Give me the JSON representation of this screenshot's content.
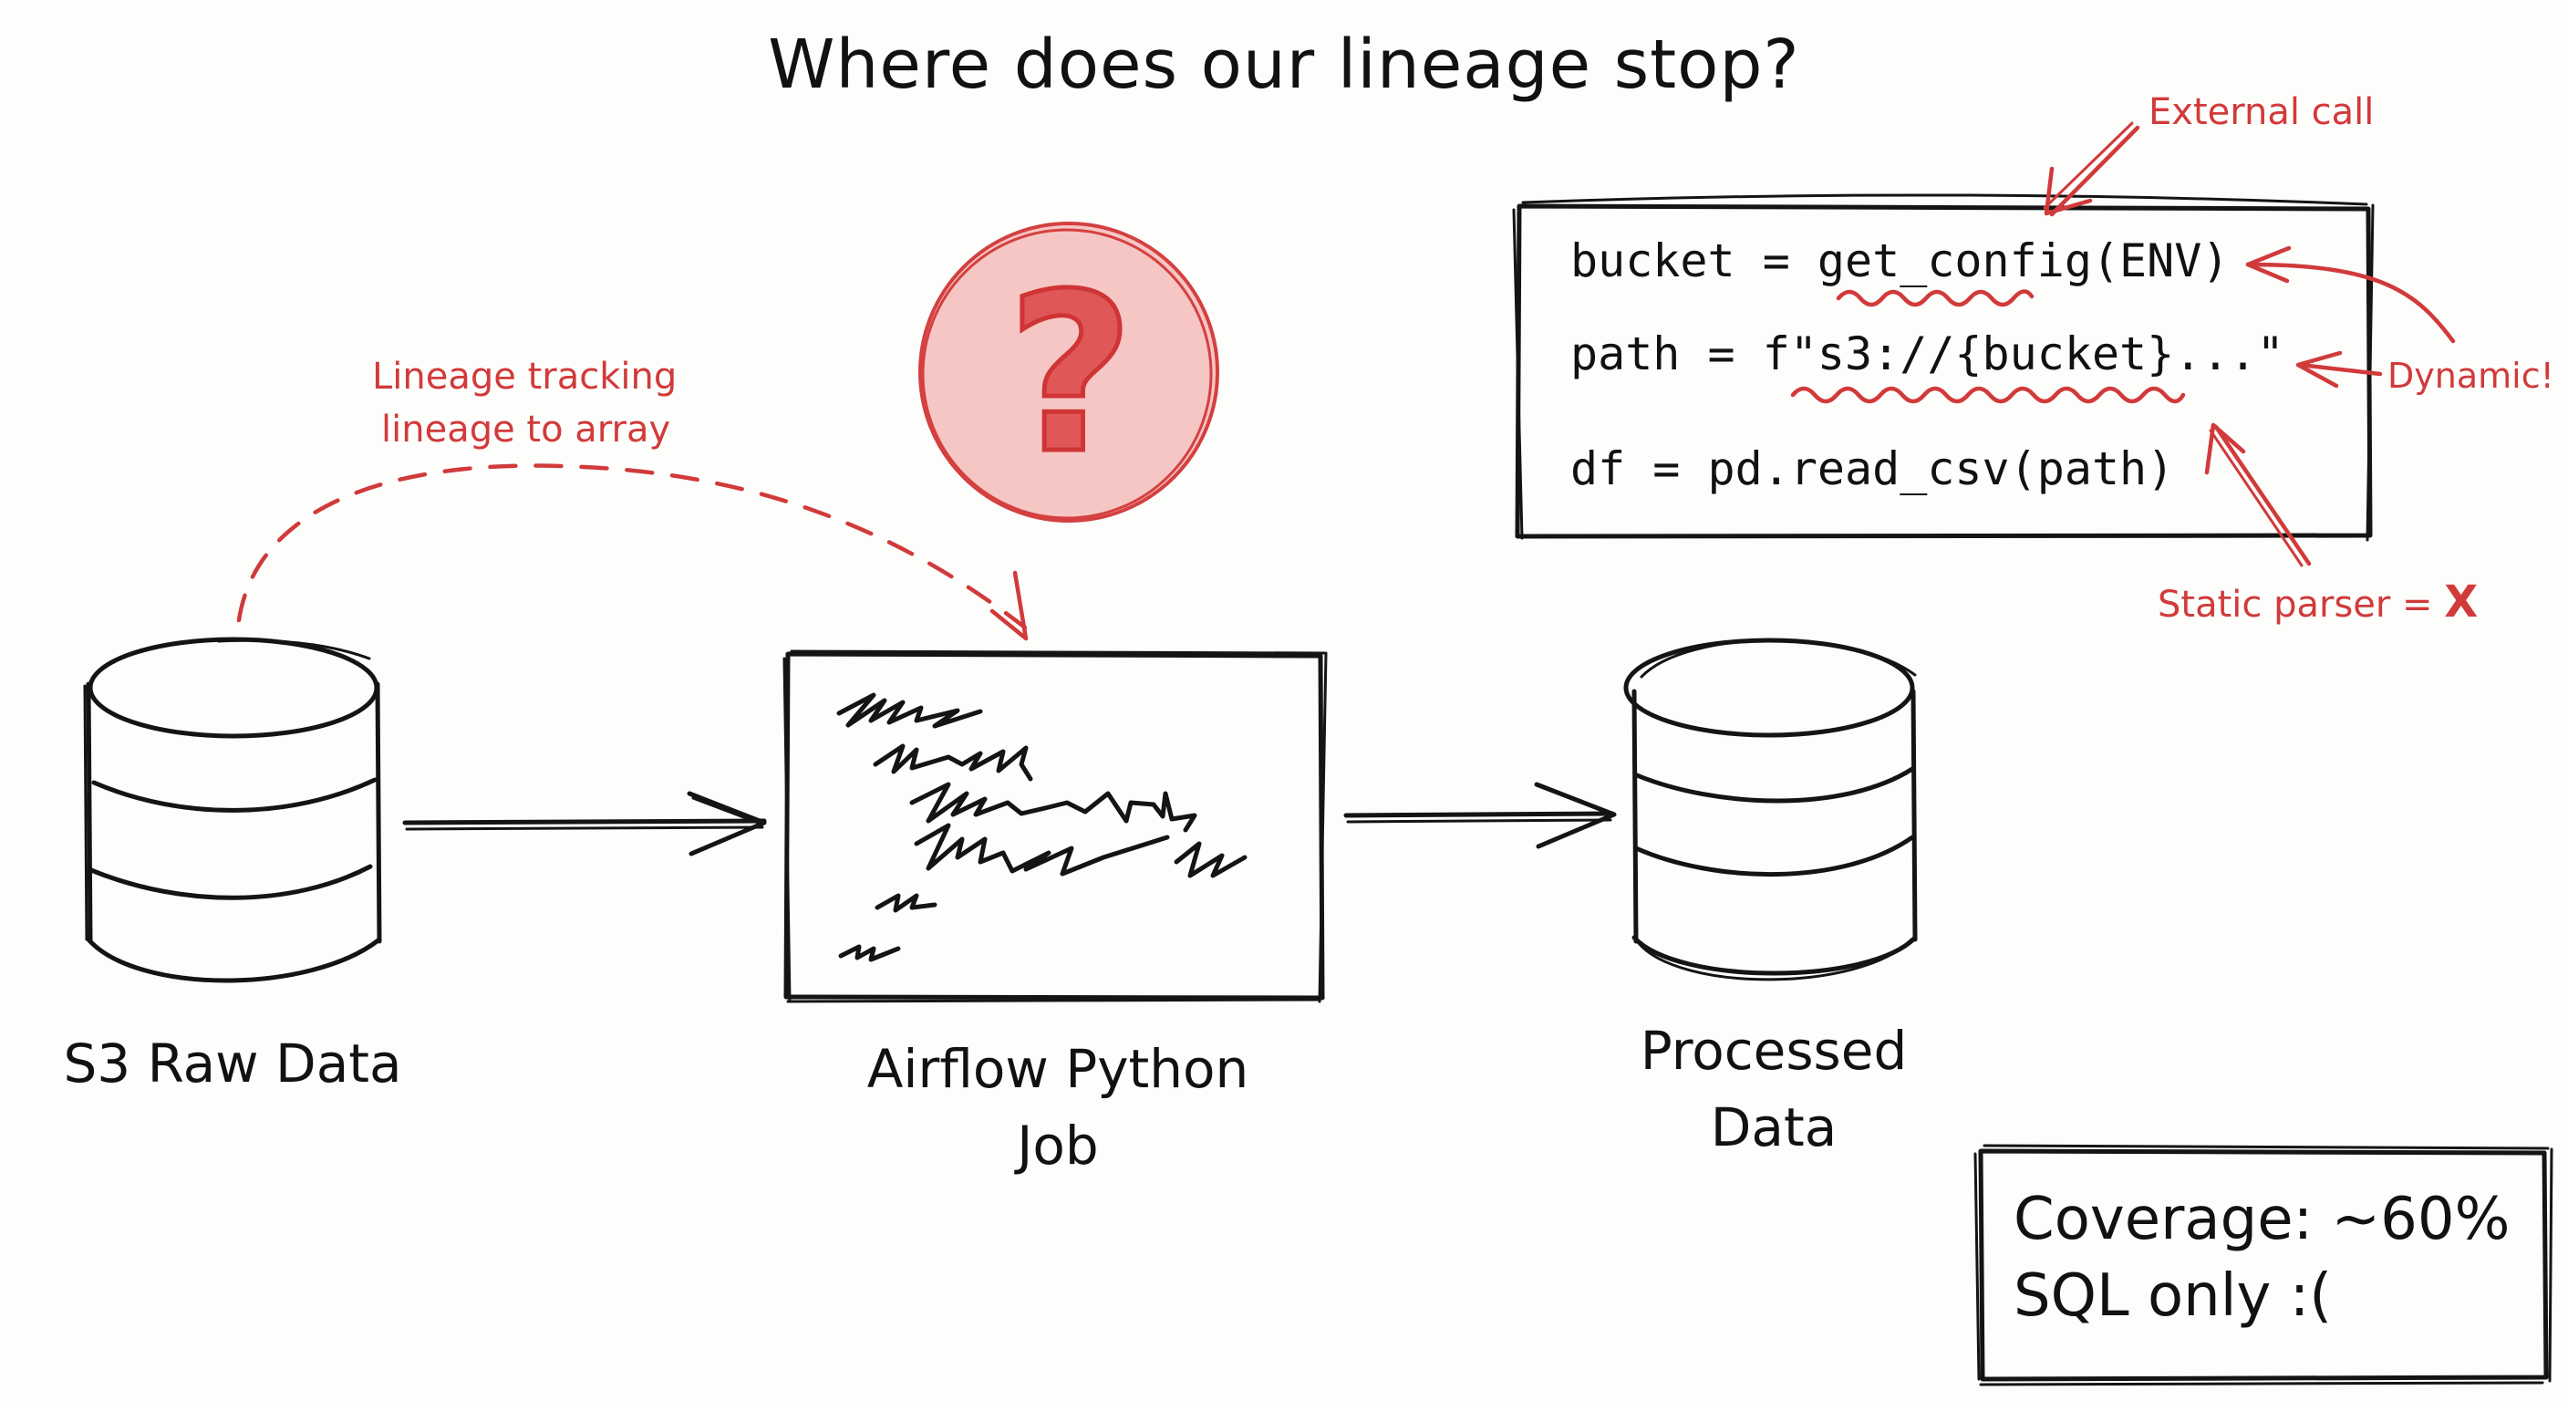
{
  "title": "Where does our lineage stop?",
  "nodes": {
    "source": {
      "label": "S3 Raw Data",
      "icon": "database-icon"
    },
    "job": {
      "label_line1": "Airflow Python",
      "label_line2": "Job",
      "icon": "script-scribble-icon"
    },
    "target": {
      "label_line1": "Processed",
      "label_line2": "Data",
      "icon": "database-icon"
    }
  },
  "question_badge": {
    "glyph": "?",
    "icon": "question-mark-icon"
  },
  "lineage_annotation": {
    "line1": "Lineage tracking",
    "line2": "lineage to array"
  },
  "code_snippet": {
    "lines": [
      "bucket = get_config(ENV)",
      "path = f\"s3://{bucket}...\"",
      "df = pd.read_csv(path)"
    ]
  },
  "callouts": {
    "external_call": "External call",
    "dynamic": "Dynamic!",
    "static_parser": "Static parser = ",
    "static_parser_mark": "X"
  },
  "coverage_note": {
    "line1": "Coverage: ~60%",
    "line2": "SQL only :("
  },
  "colors": {
    "ink": "#141414",
    "accent_red": "#d13a3a",
    "badge_fill": "#f6c6c4",
    "background": "#fdfdfc"
  }
}
